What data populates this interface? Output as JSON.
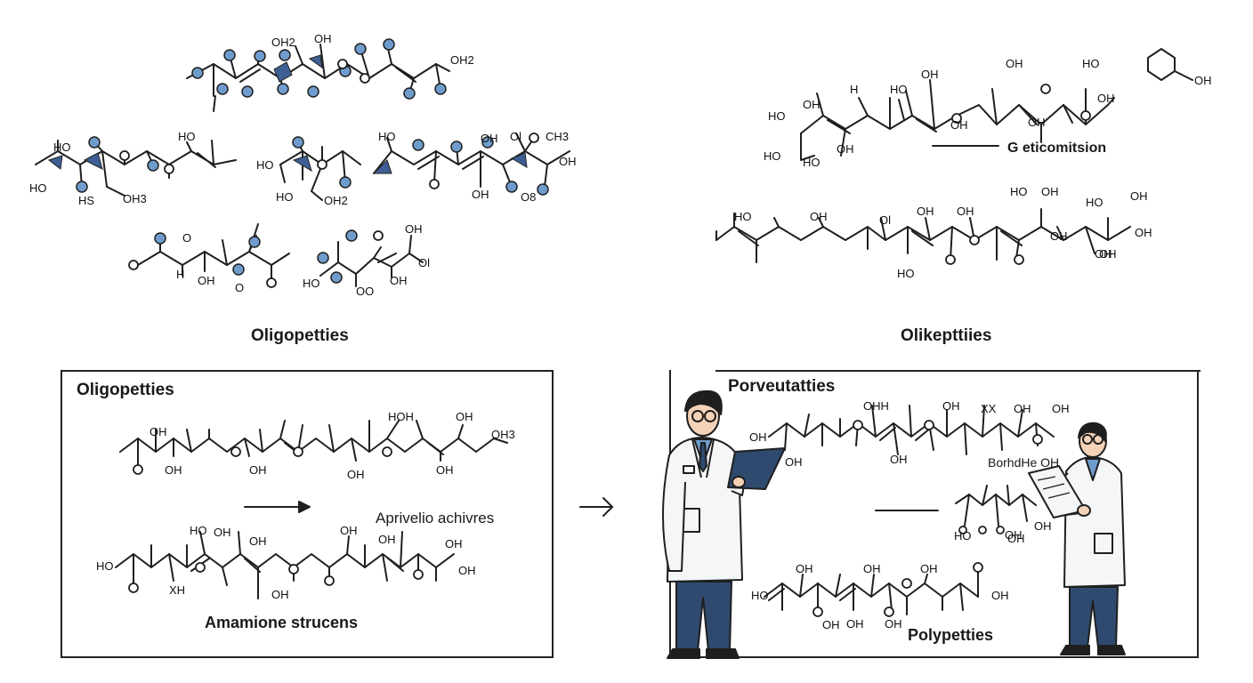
{
  "colors": {
    "ink": "#1f1f1f",
    "atom_fill": "#6f9ccc",
    "atom_dark": "#3e5f94",
    "coat": "#f4f6f8",
    "pants": "#2f4a6e",
    "skin": "#f3d2b8",
    "hair": "#1e1e1e"
  },
  "top_left": {
    "caption": "Oligopetties",
    "chain1_labels": [
      "OH2",
      "OH",
      "OH2"
    ],
    "chain2_labels": [
      "HO",
      "HO",
      "HS",
      "OH3",
      "HO"
    ],
    "chain3_labels": [
      "HO",
      "HO",
      "OH2"
    ],
    "chain4_labels": [
      "HO",
      "OH",
      "Ol",
      "CH3",
      "OH",
      "OH",
      "O8"
    ],
    "chain5_labels": [
      "O",
      "H",
      "OH",
      "O"
    ],
    "chain6_labels": [
      "OH",
      "Ol",
      "HO",
      "OH",
      "OO"
    ]
  },
  "top_right": {
    "caption": "Olikepttiies",
    "side_label": "G eticomitsion",
    "chain1_labels": [
      "H",
      "HO",
      "OH",
      "OH",
      "HO",
      "OH",
      "HO",
      "OH",
      "OH",
      "HO",
      "OH",
      "HO",
      "OH"
    ],
    "chain2_labels": [
      "HO",
      "OH",
      "Ol",
      "OH",
      "OH",
      "HO",
      "OH",
      "HO",
      "OH",
      "OH",
      "HO",
      "OH",
      "OH",
      "OH"
    ]
  },
  "bottom_left": {
    "title": "Oligopetties",
    "arrow_label": "Aprivelio achivres",
    "caption": "Amamione strucens",
    "chain1_labels": [
      "OH",
      "HOH",
      "OH",
      "OH",
      "OH",
      "OH",
      "OH",
      "OH3"
    ],
    "chain2_labels": [
      "HO",
      "HO",
      "OH",
      "OH",
      "OH",
      "OH",
      "OH",
      "XH",
      "OH",
      "OH"
    ]
  },
  "bottom_right": {
    "title": "Porveutatties",
    "caption": "Polypetties",
    "side_label": "BorhdHe OH",
    "chain1_labels": [
      "OH",
      "OH",
      "OHH",
      "OH",
      "XX",
      "OH",
      "OH",
      "OH"
    ],
    "chain2_labels": [
      "OH",
      "HO",
      "OH",
      "OH",
      "OH",
      "OH",
      "OH",
      "OH"
    ],
    "chain3_labels": [
      "OH",
      "OH",
      "OH",
      "HO"
    ]
  }
}
